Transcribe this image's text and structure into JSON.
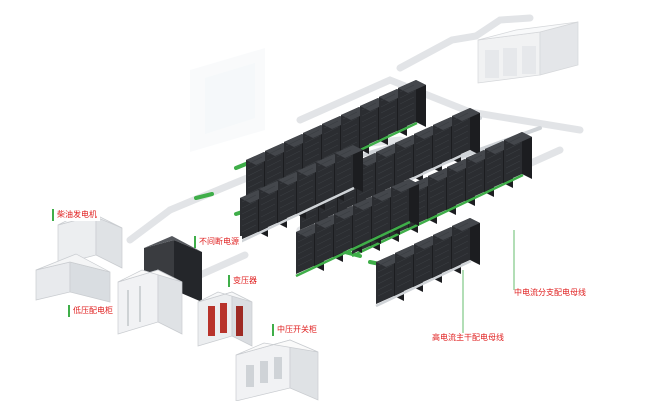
{
  "diagram": {
    "labels": {
      "diesel_generator": "柴油发电机",
      "ups": "不间断电源",
      "transformer": "变压器",
      "low_voltage_cabinet": "低压配电柜",
      "medium_voltage_switchgear": "中压开关柜",
      "high_current_busway": "高电流主干配电母线",
      "medium_current_busway": "中电流分支配电母线"
    },
    "colors": {
      "accent_green": "#3fae49",
      "label_red": "#e02020",
      "rack_dark": "#2b2d31",
      "duct_gray": "#e8eaec"
    }
  }
}
